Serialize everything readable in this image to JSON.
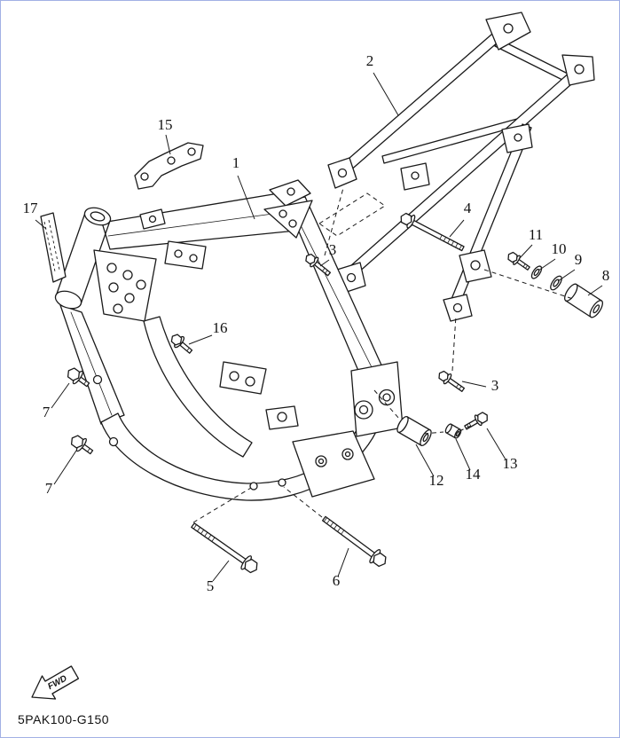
{
  "diagram": {
    "part_code": "5PAK100-G150",
    "fwd_label": "FWD",
    "callouts": [
      {
        "label": "2"
      },
      {
        "label": "15"
      },
      {
        "label": "1"
      },
      {
        "label": "17"
      },
      {
        "label": "4"
      },
      {
        "label": "3"
      },
      {
        "label": "11"
      },
      {
        "label": "10"
      },
      {
        "label": "9"
      },
      {
        "label": "8"
      },
      {
        "label": "16"
      },
      {
        "label": "3"
      },
      {
        "label": "7"
      },
      {
        "label": "13"
      },
      {
        "label": "14"
      },
      {
        "label": "12"
      },
      {
        "label": "7"
      },
      {
        "label": "5"
      },
      {
        "label": "6"
      }
    ],
    "colors": {
      "line": "#1a1a1a",
      "background": "#ffffff",
      "border": "#7b8fd8"
    }
  }
}
